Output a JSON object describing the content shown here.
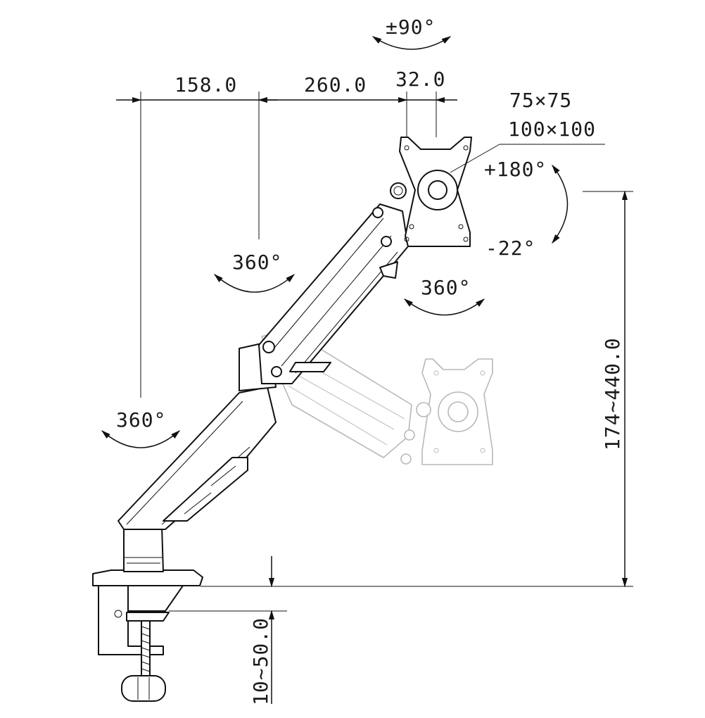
{
  "dimensions": {
    "rotation_top": "±90°",
    "width_158": "158.0",
    "width_260": "260.0",
    "width_32": "32.0",
    "vesa_1": "75×75",
    "vesa_2": "100×100",
    "tilt_up": "+180°",
    "tilt_down": "-22°",
    "swivel_arm": "360°",
    "swivel_head": "360°",
    "swivel_base": "360°",
    "height_range": "174~440.0",
    "clamp_range": "10~50.0"
  },
  "colors": {
    "line": "#111111",
    "ghost": "#b8b8b8",
    "background": "#ffffff"
  }
}
